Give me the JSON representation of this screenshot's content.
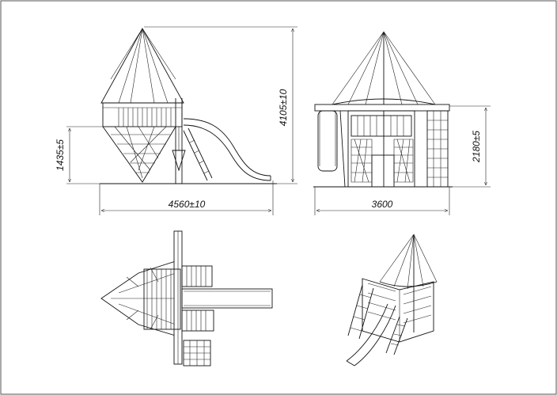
{
  "dimensions": {
    "side_width": "4560±10",
    "side_total_height": "4105±10",
    "side_platform_height": "1435±5",
    "front_width": "3600",
    "front_height": "2180±5"
  },
  "colors": {
    "line": "#111111",
    "frame": "#555555",
    "paper": "#ffffff"
  }
}
